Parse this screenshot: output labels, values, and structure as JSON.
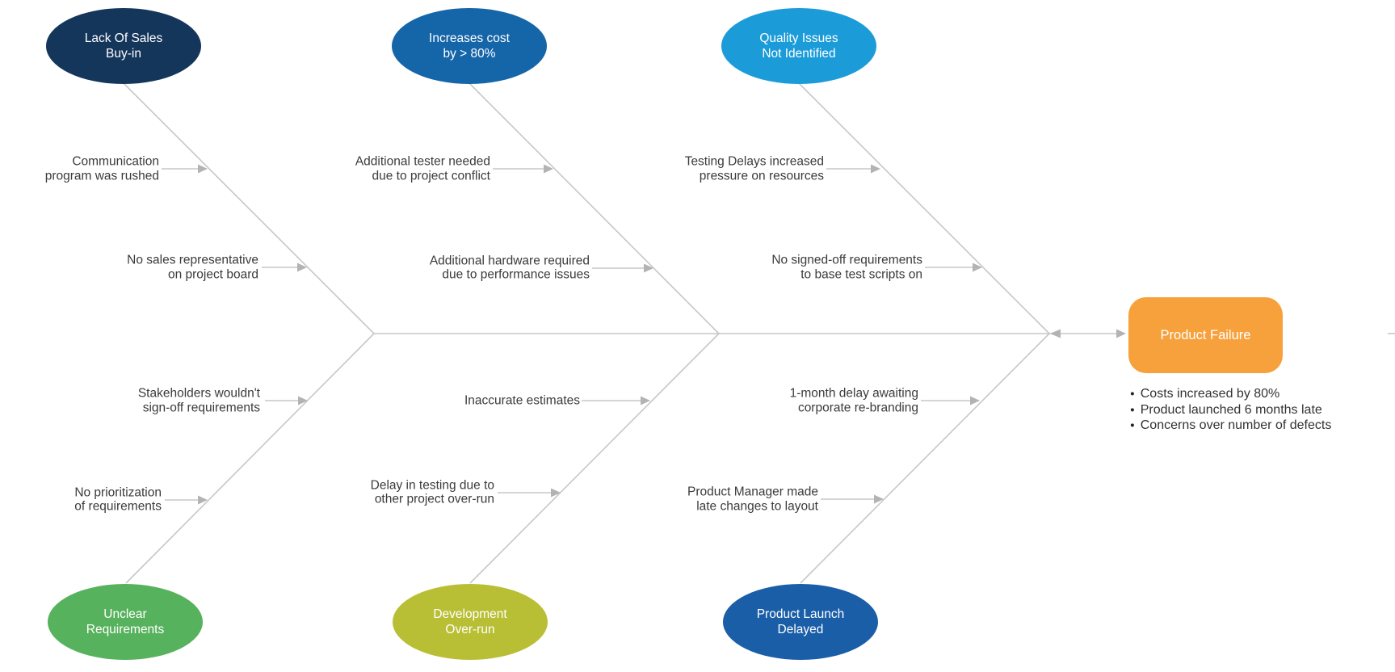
{
  "effect": {
    "label": "Product Failure",
    "color": "#F7A13D",
    "outcomes": [
      "Costs increased by 80%",
      "Product launched 6 months late",
      "Concerns over number of defects"
    ]
  },
  "categories": [
    {
      "label": "Lack Of Sales\nBuy-in",
      "color": "#15365B",
      "side": "top"
    },
    {
      "label": "Increases cost\nby > 80%",
      "color": "#1565A9",
      "side": "top"
    },
    {
      "label": "Quality Issues\nNot Identified",
      "color": "#1B9CD9",
      "side": "top"
    },
    {
      "label": "Unclear\nRequirements",
      "color": "#57B25D",
      "side": "bottom"
    },
    {
      "label": "Development\nOver-run",
      "color": "#B9BF35",
      "side": "bottom"
    },
    {
      "label": "Product Launch\nDelayed",
      "color": "#1A5EA8",
      "side": "bottom"
    }
  ],
  "causes": [
    {
      "text": "Communication\nprogram was rushed",
      "category": "Lack Of Sales Buy-in"
    },
    {
      "text": "No sales representative\non project board",
      "category": "Lack Of Sales Buy-in"
    },
    {
      "text": "Stakeholders wouldn't\nsign-off requirements",
      "category": "Unclear Requirements"
    },
    {
      "text": "No prioritization\nof requirements",
      "category": "Unclear Requirements"
    },
    {
      "text": "Additional tester needed\ndue to project conflict",
      "category": "Increases cost by > 80%"
    },
    {
      "text": "Additional hardware required\ndue to performance issues",
      "category": "Increases cost by > 80%"
    },
    {
      "text": "Inaccurate estimates",
      "category": "Development Over-run"
    },
    {
      "text": "Delay in testing due to\nother project over-run",
      "category": "Development Over-run"
    },
    {
      "text": "Testing Delays increased\npressure on resources",
      "category": "Quality Issues Not Identified"
    },
    {
      "text": "No signed-off requirements\nto base test scripts on",
      "category": "Quality Issues Not Identified"
    },
    {
      "text": "1-month delay awaiting\ncorporate re-branding",
      "category": "Product Launch Delayed"
    },
    {
      "text": "Product Manager made\nlate changes to layout",
      "category": "Product Launch Delayed"
    }
  ],
  "colors": {
    "bone_line": "#C7C7C7",
    "arrowhead": "#B3B3B3",
    "label_text": "#3B3B3B"
  }
}
